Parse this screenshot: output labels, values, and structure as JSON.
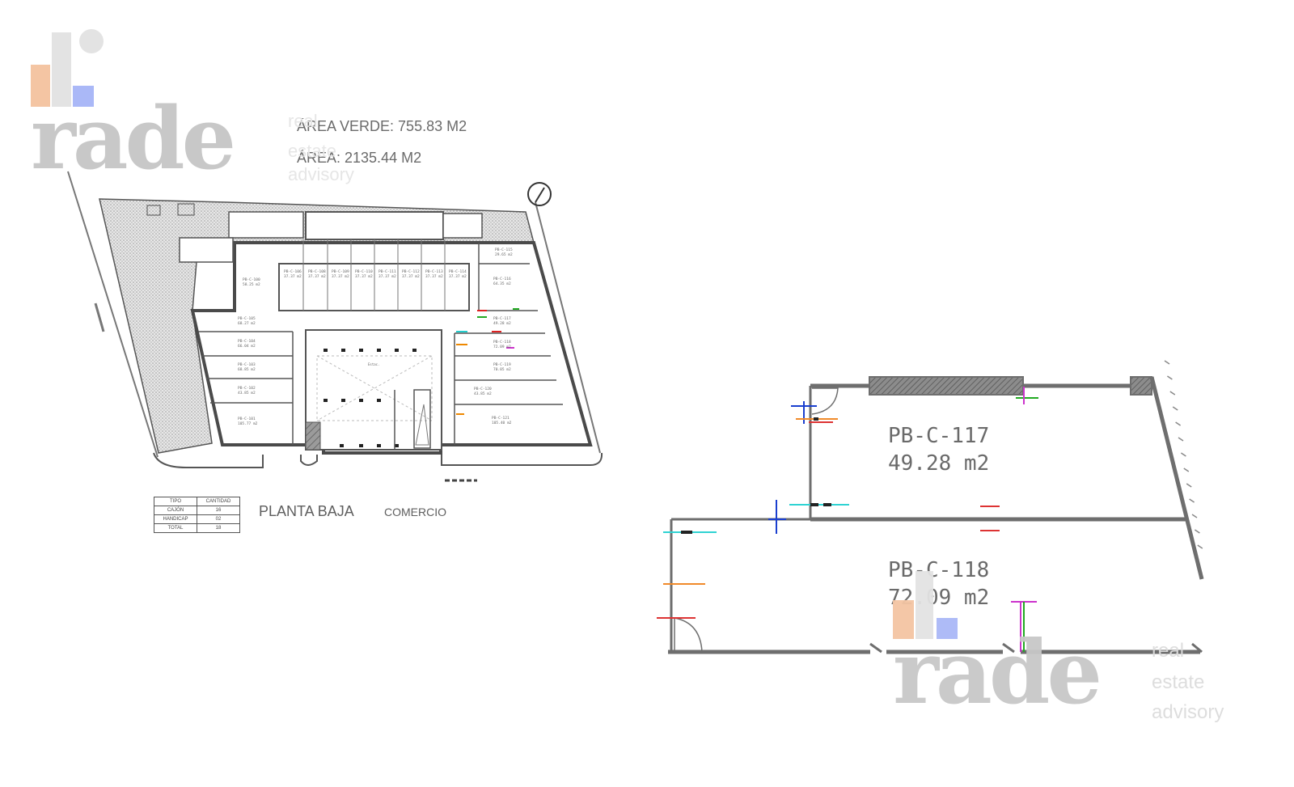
{
  "watermark": {
    "wordmark": "rade",
    "tagline": [
      "real",
      "estate",
      "advisory"
    ],
    "colors": {
      "orange": "#f4c5a3",
      "blue": "#aab8f7",
      "gray": "#cfcfcf"
    }
  },
  "site_plan": {
    "area_verde": "ÁREA VERDE: 755.83 M2",
    "area_total": "ÁREA: 2135.44 M2",
    "title": "PLANTA BAJA",
    "subtitle": "COMERCIO",
    "parking_table": {
      "headers": [
        "TIPO",
        "CANTIDAD"
      ],
      "rows": [
        [
          "CAJÓN",
          "16"
        ],
        [
          "HANDICAP",
          "02"
        ],
        [
          "TOTAL",
          "18"
        ]
      ]
    },
    "top_row_units": [
      {
        "code": "PB-C-106",
        "area": "37.37 m2"
      },
      {
        "code": "PB-C-108",
        "area": "37.37 m2"
      },
      {
        "code": "PB-C-109",
        "area": "37.37 m2"
      },
      {
        "code": "PB-C-110",
        "area": "37.37 m2"
      },
      {
        "code": "PB-C-111",
        "area": "37.37 m2"
      },
      {
        "code": "PB-C-112",
        "area": "37.37 m2"
      },
      {
        "code": "PB-C-113",
        "area": "37.37 m2"
      },
      {
        "code": "PB-C-114",
        "area": "37.37 m2"
      }
    ],
    "left_units": [
      {
        "code": "PB-C-105",
        "area": "68.27 m2"
      },
      {
        "code": "PB-C-104",
        "area": "66.04 m2"
      },
      {
        "code": "PB-C-103",
        "area": "68.85 m2"
      },
      {
        "code": "PB-C-102",
        "area": "43.85 m2"
      },
      {
        "code": "PB-C-101",
        "area": "105.77 m2"
      }
    ],
    "right_units": [
      {
        "code": "PB-C-115",
        "area": "29.65 m2"
      },
      {
        "code": "PB-C-116",
        "area": "64.35 m2"
      },
      {
        "code": "PB-C-117",
        "area": "49.28 m2"
      },
      {
        "code": "PB-C-118",
        "area": "72.09 m2"
      },
      {
        "code": "PB-C-119",
        "area": "70.05 m2"
      },
      {
        "code": "PB-C-120",
        "area": "43.85 m2"
      },
      {
        "code": "PB-C-121",
        "area": "105.40 m2"
      }
    ],
    "misc_unit": {
      "code": "PB-C-100",
      "area": "58.25 m2"
    },
    "parking_label": "Estac."
  },
  "detail_plan": {
    "unit_a": {
      "code": "PB-C-117",
      "area": "49.28 m2"
    },
    "unit_b": {
      "code": "PB-C-118",
      "area": "72.09 m2"
    },
    "wall_color": "#6e6e6e",
    "hatch_color": "#5a5a5a"
  }
}
